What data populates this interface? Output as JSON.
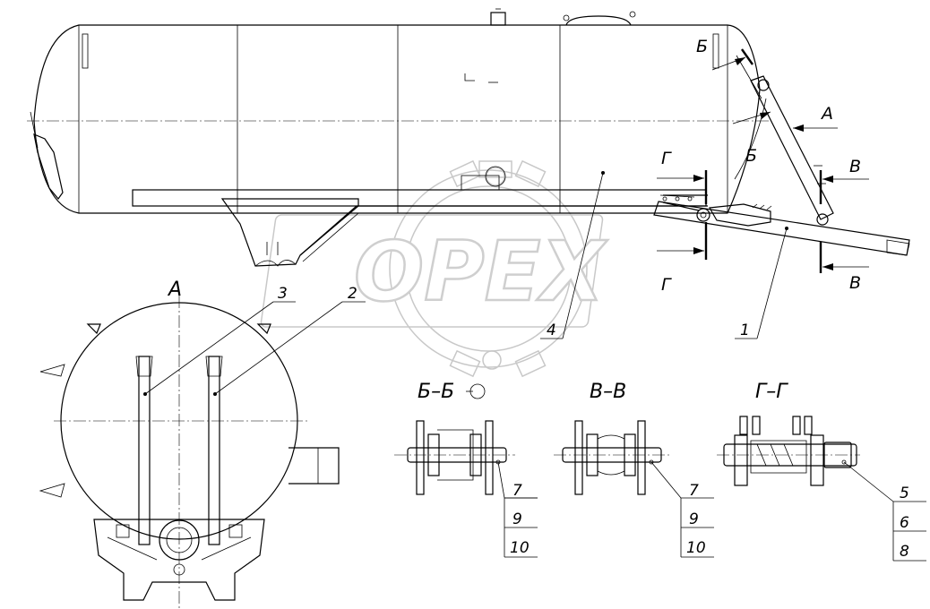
{
  "watermark": {
    "text": "OPEX"
  },
  "section_marks": {
    "A_right": "А",
    "B_left": "Б",
    "B_mid": "Б",
    "V_top": "В",
    "V_bottom": "В",
    "G_top": "Г",
    "G_bottom": "Г"
  },
  "view_titles": {
    "view_a": "А",
    "section_bb": "Б–Б",
    "section_vv": "В–В",
    "section_gg": "Г–Г"
  },
  "leaders": {
    "n1": "1",
    "n2": "2",
    "n3": "3",
    "n4": "4"
  },
  "tables": {
    "bb": [
      "7",
      "9",
      "10"
    ],
    "vv": [
      "7",
      "9",
      "10"
    ],
    "gg": [
      "5",
      "6",
      "8"
    ]
  }
}
